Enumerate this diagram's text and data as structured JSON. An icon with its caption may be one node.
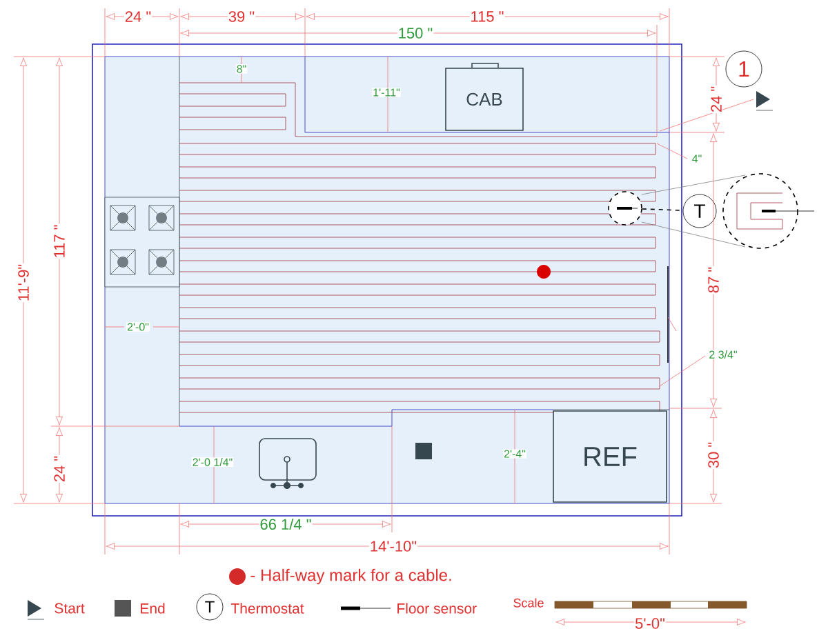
{
  "diagram": {
    "nodes": [
      {
        "text": [
          "CAB"
        ]
      },
      {
        "text": [
          "REF"
        ]
      },
      {
        "text": [
          "T"
        ]
      },
      {
        "text": [],
        "shape": "circle"
      },
      {
        "text": [
          "1"
        ]
      }
    ],
    "edges": [
      {
        "from": 3,
        "to": 2,
        "arrow": "none",
        "style": "dashed"
      }
    ],
    "labels": [
      "24 \"",
      "39 \"",
      "115 \"",
      "150 \"",
      "8\"",
      "1'-11\"",
      "24 \"",
      "11'-9\"",
      "117 \"",
      "24 \"",
      "4\"",
      "87 \"",
      "2'-0\"",
      "2 3/4\"",
      "2'-0 1/4\"",
      "2'-4\"",
      "30 \"",
      "66 1/4 \"",
      "14'-10\"",
      "T",
      "Scale",
      "5'-0\""
    ],
    "legend": [
      {
        "text": "- Half-way mark for a cable.",
        "color": "#d42a2a"
      },
      {
        "text": "Start"
      },
      {
        "text": "End",
        "color": "#555555"
      },
      {
        "text": "Thermostat"
      },
      {
        "text": "Floor sensor"
      }
    ]
  }
}
